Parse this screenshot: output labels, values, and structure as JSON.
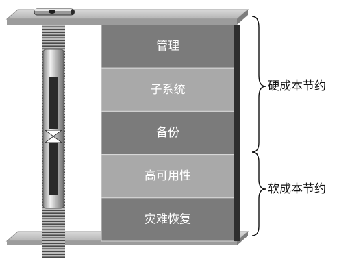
{
  "tiers": [
    {
      "label": "管理",
      "fill": "#7b7b7b"
    },
    {
      "label": "子系统",
      "fill": "#a9a9a9"
    },
    {
      "label": "备份",
      "fill": "#7b7b7b"
    },
    {
      "label": "高可用性",
      "fill": "#a9a9a9"
    },
    {
      "label": "灾难恢复",
      "fill": "#7b7b7b"
    }
  ],
  "groups": [
    {
      "label": "硬成本节约"
    },
    {
      "label": "软成本节约"
    }
  ],
  "colors": {
    "plate": "#c8c8c8",
    "plate_edge": "#8c8c8c",
    "side_shadow": "#2e2e2e",
    "tier_border": "#d9d9d9"
  }
}
